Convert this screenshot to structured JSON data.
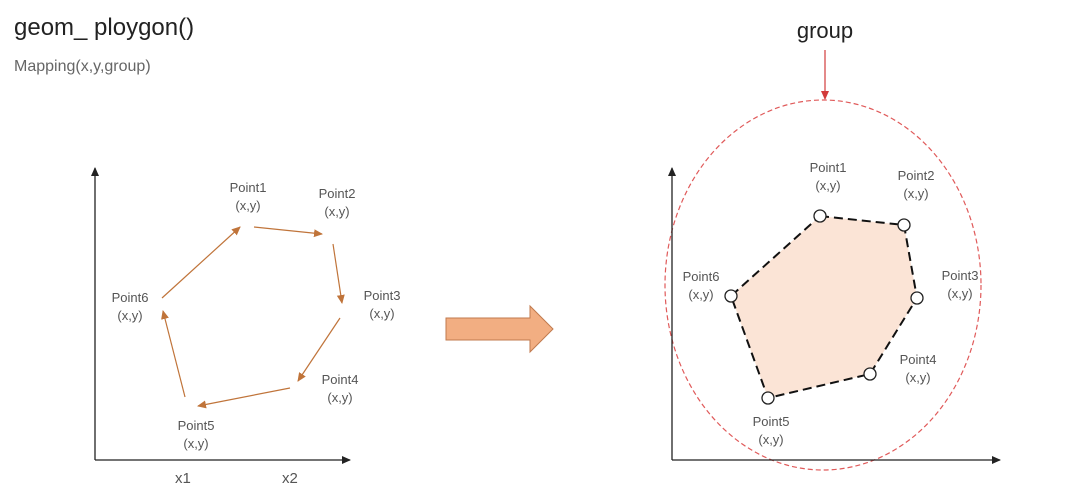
{
  "header": {
    "title": "geom_ ploygon()",
    "subtitle": "Mapping(x,y,group)"
  },
  "left_panel": {
    "points": [
      {
        "name": "Point1",
        "coord": "(x,y)"
      },
      {
        "name": "Point2",
        "coord": "(x,y)"
      },
      {
        "name": "Point3",
        "coord": "(x,y)"
      },
      {
        "name": "Point4",
        "coord": "(x,y)"
      },
      {
        "name": "Point5",
        "coord": "(x,y)"
      },
      {
        "name": "Point6",
        "coord": "(x,y)"
      }
    ],
    "x_ticks": [
      "x1",
      "x2"
    ]
  },
  "right_panel": {
    "group_label": "group",
    "points": [
      {
        "name": "Point1",
        "coord": "(x,y)"
      },
      {
        "name": "Point2",
        "coord": "(x,y)"
      },
      {
        "name": "Point3",
        "coord": "(x,y)"
      },
      {
        "name": "Point4",
        "coord": "(x,y)"
      },
      {
        "name": "Point5",
        "coord": "(x,y)"
      },
      {
        "name": "Point6",
        "coord": "(x,y)"
      }
    ]
  },
  "colors": {
    "path_arrow": "#c0743a",
    "transition_arrow_fill": "#f2ae82",
    "polygon_fill": "#fbe4d6",
    "group_ellipse": "#e05a5a",
    "axis": "#222222"
  }
}
